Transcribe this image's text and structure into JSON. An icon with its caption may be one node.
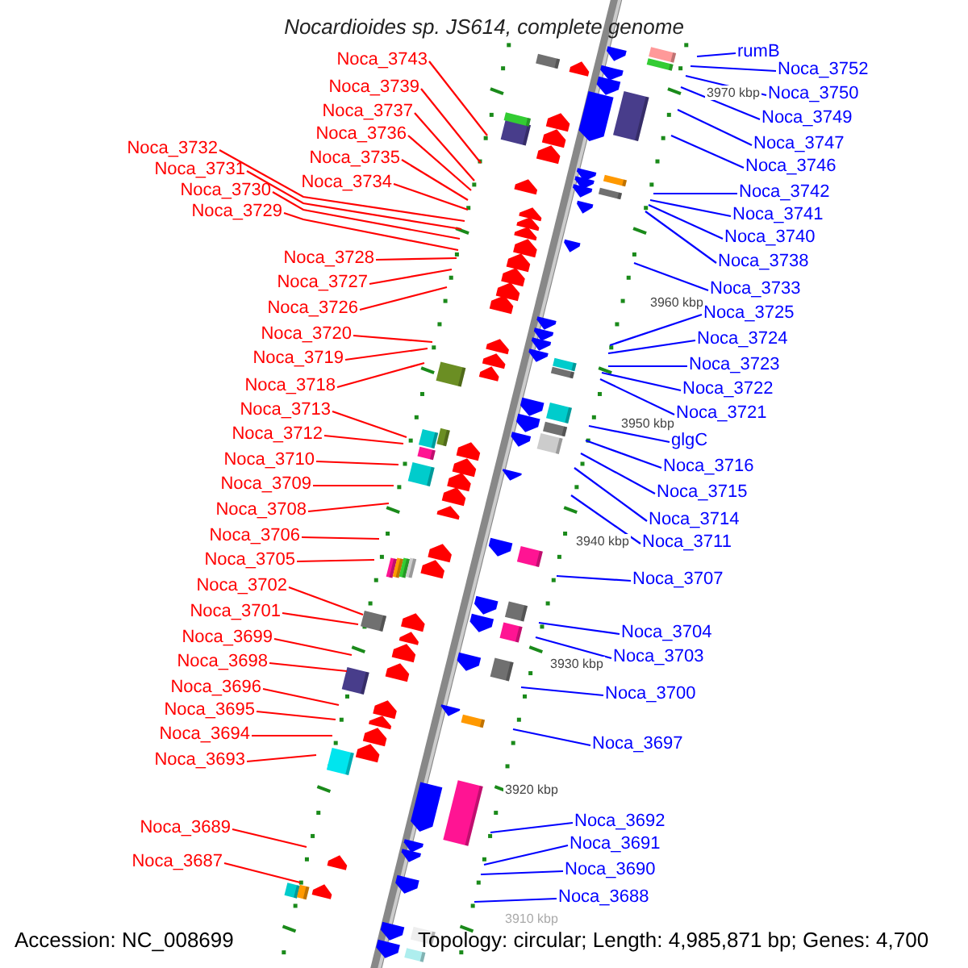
{
  "diagram": {
    "title": "Nocardioides sp. JS614, complete genome",
    "nodes": [
      {
        "text": [
          "Noca_3743"
        ]
      },
      {
        "text": [
          "Noca_3739"
        ]
      },
      {
        "text": [
          "Noca_3737"
        ]
      },
      {
        "text": [
          "Noca_3736"
        ]
      },
      {
        "text": [
          "Noca_3735"
        ]
      },
      {
        "text": [
          "Noca_3734"
        ]
      },
      {
        "text": [
          "Noca_3732"
        ]
      },
      {
        "text": [
          "Noca_3731"
        ]
      },
      {
        "text": [
          "Noca_3730"
        ]
      },
      {
        "text": [
          "Noca_3729"
        ]
      },
      {
        "text": [
          "Noca_3728"
        ]
      },
      {
        "text": [
          "Noca_3727"
        ]
      },
      {
        "text": [
          "Noca_3726"
        ]
      },
      {
        "text": [
          "Noca_3720"
        ]
      },
      {
        "text": [
          "Noca_3719"
        ]
      },
      {
        "text": [
          "Noca_3718"
        ]
      },
      {
        "text": [
          "Noca_3713"
        ]
      },
      {
        "text": [
          "Noca_3712"
        ]
      },
      {
        "text": [
          "Noca_3710"
        ]
      },
      {
        "text": [
          "Noca_3709"
        ]
      },
      {
        "text": [
          "Noca_3708"
        ]
      },
      {
        "text": [
          "Noca_3706"
        ]
      },
      {
        "text": [
          "Noca_3705"
        ]
      },
      {
        "text": [
          "Noca_3702"
        ]
      },
      {
        "text": [
          "Noca_3701"
        ]
      },
      {
        "text": [
          "Noca_3699"
        ]
      },
      {
        "text": [
          "Noca_3698"
        ]
      },
      {
        "text": [
          "Noca_3696"
        ]
      },
      {
        "text": [
          "Noca_3695"
        ]
      },
      {
        "text": [
          "Noca_3694"
        ]
      },
      {
        "text": [
          "Noca_3693"
        ]
      },
      {
        "text": [
          "Noca_3689"
        ]
      },
      {
        "text": [
          "Noca_3687"
        ]
      },
      {
        "text": [
          "rumB"
        ]
      },
      {
        "text": [
          "Noca_3752"
        ]
      },
      {
        "text": [
          "Noca_3750"
        ]
      },
      {
        "text": [
          "Noca_3749"
        ]
      },
      {
        "text": [
          "Noca_3747"
        ]
      },
      {
        "text": [
          "Noca_3746"
        ]
      },
      {
        "text": [
          "Noca_3742"
        ]
      },
      {
        "text": [
          "Noca_3741"
        ]
      },
      {
        "text": [
          "Noca_3740"
        ]
      },
      {
        "text": [
          "Noca_3738"
        ]
      },
      {
        "text": [
          "Noca_3733"
        ]
      },
      {
        "text": [
          "Noca_3725"
        ]
      },
      {
        "text": [
          "Noca_3724"
        ]
      },
      {
        "text": [
          "Noca_3723"
        ]
      },
      {
        "text": [
          "Noca_3722"
        ]
      },
      {
        "text": [
          "Noca_3721"
        ]
      },
      {
        "text": [
          "glgC"
        ]
      },
      {
        "text": [
          "Noca_3716"
        ]
      },
      {
        "text": [
          "Noca_3715"
        ]
      },
      {
        "text": [
          "Noca_3714"
        ]
      },
      {
        "text": [
          "Noca_3711"
        ]
      },
      {
        "text": [
          "Noca_3707"
        ]
      },
      {
        "text": [
          "Noca_3704"
        ]
      },
      {
        "text": [
          "Noca_3703"
        ]
      },
      {
        "text": [
          "Noca_3700"
        ]
      },
      {
        "text": [
          "Noca_3697"
        ]
      },
      {
        "text": [
          "Noca_3692"
        ]
      },
      {
        "text": [
          "Noca_3691"
        ]
      },
      {
        "text": [
          "Noca_3690"
        ]
      },
      {
        "text": [
          "Noca_3688"
        ]
      }
    ],
    "edges": [
      {
        "from": 0,
        "to": null,
        "arrow": "none"
      },
      {
        "from": 1,
        "to": null,
        "arrow": "none"
      },
      {
        "from": 2,
        "to": null,
        "arrow": "none"
      },
      {
        "from": 3,
        "to": null,
        "arrow": "none"
      },
      {
        "from": 4,
        "to": null,
        "arrow": "none"
      },
      {
        "from": 5,
        "to": null,
        "arrow": "none"
      },
      {
        "from": 6,
        "to": null,
        "arrow": "none"
      },
      {
        "from": 7,
        "to": null,
        "arrow": "none"
      },
      {
        "from": 8,
        "to": null,
        "arrow": "none"
      },
      {
        "from": 9,
        "to": null,
        "arrow": "none"
      },
      {
        "from": 10,
        "to": null,
        "arrow": "none"
      },
      {
        "from": 11,
        "to": null,
        "arrow": "none"
      },
      {
        "from": 12,
        "to": null,
        "arrow": "none"
      },
      {
        "from": 13,
        "to": null,
        "arrow": "none"
      },
      {
        "from": 14,
        "to": null,
        "arrow": "none"
      },
      {
        "from": 15,
        "to": null,
        "arrow": "none"
      },
      {
        "from": 16,
        "to": null,
        "arrow": "none"
      },
      {
        "from": 17,
        "to": null,
        "arrow": "none"
      },
      {
        "from": 18,
        "to": null,
        "arrow": "none"
      },
      {
        "from": 19,
        "to": null,
        "arrow": "none"
      },
      {
        "from": 20,
        "to": null,
        "arrow": "none"
      },
      {
        "from": 21,
        "to": null,
        "arrow": "none"
      },
      {
        "from": 22,
        "to": null,
        "arrow": "none"
      },
      {
        "from": 23,
        "to": null,
        "arrow": "none"
      },
      {
        "from": 24,
        "to": null,
        "arrow": "none"
      },
      {
        "from": 25,
        "to": null,
        "arrow": "none"
      },
      {
        "from": 26,
        "to": null,
        "arrow": "none"
      },
      {
        "from": 27,
        "to": null,
        "arrow": "none"
      },
      {
        "from": 28,
        "to": null,
        "arrow": "none"
      },
      {
        "from": 29,
        "to": null,
        "arrow": "none"
      },
      {
        "from": 30,
        "to": null,
        "arrow": "none"
      },
      {
        "from": 31,
        "to": null,
        "arrow": "none"
      },
      {
        "from": 32,
        "to": null,
        "arrow": "none"
      },
      {
        "from": 33,
        "to": null,
        "arrow": "none",
        "color": "#0000ff"
      },
      {
        "from": 34,
        "to": null,
        "arrow": "none",
        "color": "#0000ff"
      },
      {
        "from": 35,
        "to": null,
        "arrow": "none",
        "color": "#0000ff"
      },
      {
        "from": 36,
        "to": null,
        "arrow": "none",
        "color": "#0000ff"
      },
      {
        "from": 37,
        "to": null,
        "arrow": "none",
        "color": "#0000ff"
      },
      {
        "from": 38,
        "to": null,
        "arrow": "none",
        "color": "#0000ff"
      },
      {
        "from": 39,
        "to": null,
        "arrow": "none",
        "color": "#0000ff"
      },
      {
        "from": 40,
        "to": null,
        "arrow": "none",
        "color": "#0000ff"
      },
      {
        "from": 41,
        "to": null,
        "arrow": "none",
        "color": "#0000ff"
      },
      {
        "from": 42,
        "to": null,
        "arrow": "none",
        "color": "#0000ff"
      },
      {
        "from": 43,
        "to": null,
        "arrow": "none",
        "color": "#0000ff"
      },
      {
        "from": 44,
        "to": null,
        "arrow": "none",
        "color": "#0000ff"
      },
      {
        "from": 45,
        "to": null,
        "arrow": "none",
        "color": "#0000ff"
      },
      {
        "from": 46,
        "to": null,
        "arrow": "none",
        "color": "#0000ff"
      },
      {
        "from": 47,
        "to": null,
        "arrow": "none",
        "color": "#0000ff"
      },
      {
        "from": 48,
        "to": null,
        "arrow": "none",
        "color": "#0000ff"
      },
      {
        "from": 49,
        "to": null,
        "arrow": "none",
        "color": "#0000ff"
      },
      {
        "from": 50,
        "to": null,
        "arrow": "none",
        "color": "#0000ff"
      },
      {
        "from": 51,
        "to": null,
        "arrow": "none",
        "color": "#0000ff"
      },
      {
        "from": 52,
        "to": null,
        "arrow": "none",
        "color": "#0000ff"
      },
      {
        "from": 53,
        "to": null,
        "arrow": "none",
        "color": "#0000ff"
      },
      {
        "from": 54,
        "to": null,
        "arrow": "none",
        "color": "#0000ff"
      },
      {
        "from": 55,
        "to": null,
        "arrow": "none",
        "color": "#0000ff"
      },
      {
        "from": 56,
        "to": null,
        "arrow": "none",
        "color": "#0000ff"
      },
      {
        "from": 57,
        "to": null,
        "arrow": "none",
        "color": "#0000ff"
      },
      {
        "from": 58,
        "to": null,
        "arrow": "none",
        "color": "#0000ff"
      },
      {
        "from": 59,
        "to": null,
        "arrow": "none",
        "color": "#0000ff"
      },
      {
        "from": 60,
        "to": null,
        "arrow": "none",
        "color": "#0000ff"
      },
      {
        "from": 61,
        "to": null,
        "arrow": "none",
        "color": "#0000ff"
      },
      {
        "from": 62,
        "to": null,
        "arrow": "none",
        "color": "#0000ff"
      }
    ],
    "labels": [
      "3970 kbp",
      "3960 kbp",
      "3950 kbp",
      "3940 kbp",
      "3930 kbp",
      "3920 kbp",
      "3910 kbp",
      "Accession: NC_008699",
      "Topology: circular; Length: 4,985,871 bp; Genes: 4,700"
    ]
  }
}
